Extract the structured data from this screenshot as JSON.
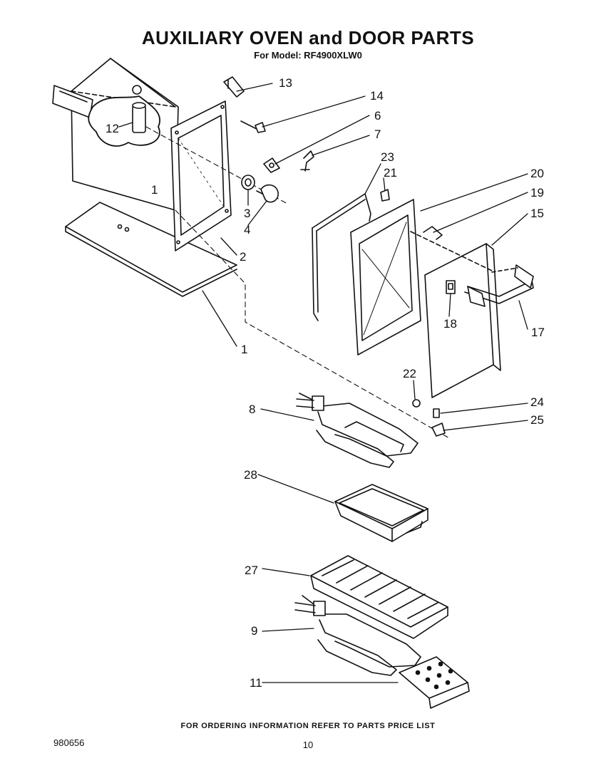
{
  "header": {
    "title": "AUXILIARY OVEN and DOOR PARTS",
    "subtitle": "For Model: RF4900XLW0"
  },
  "callouts": [
    "1",
    "1",
    "2",
    "3",
    "4",
    "6",
    "7",
    "8",
    "9",
    "11",
    "12",
    "13",
    "14",
    "15",
    "17",
    "18",
    "19",
    "20",
    "21",
    "22",
    "23",
    "24",
    "25",
    "27",
    "28"
  ],
  "footer": {
    "ordering_note": "FOR ORDERING INFORMATION REFER TO PARTS PRICE LIST",
    "doc_code": "980656",
    "page_number": "10"
  }
}
